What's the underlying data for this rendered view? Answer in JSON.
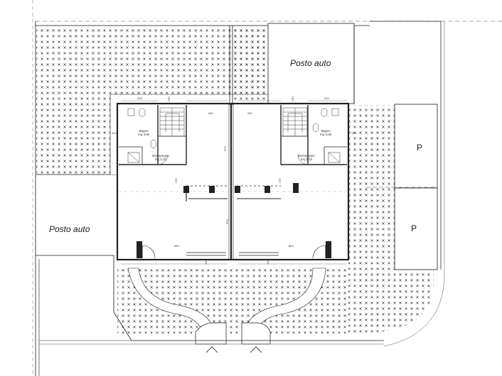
{
  "labels": {
    "posto_auto_top": "Posto auto",
    "posto_auto_left": "Posto auto",
    "parking_p1": "P",
    "parking_p2": "P"
  },
  "rooms": {
    "left_bath_name": "Bagno",
    "left_bath_area": "mq 3,80",
    "left_closet_name": "Disimpegno",
    "left_closet_area": "mq 2,22",
    "right_bath_name": "Bagno",
    "right_bath_area": "mq 3,80",
    "right_closet_name": "Disimpegno",
    "right_closet_area": "mq 2,22"
  },
  "dimensions": {
    "d200_l": "200",
    "d200_r": "200",
    "d200_lc": "200",
    "d200_rc": "200",
    "d120_l": "120",
    "d120_r": "120",
    "d260_l": "260",
    "d260_r": "260",
    "d663_l": "663",
    "d663_r": "663",
    "d570_l": "570",
    "d570_r": "570",
    "d100_l": "100",
    "d100_r": "100",
    "d270_l": "270",
    "d270_r": "270"
  },
  "colors": {
    "line": "#1a1a1a",
    "wall": "#222222",
    "hatch_dot": "#333333",
    "background": "#ffffff"
  }
}
